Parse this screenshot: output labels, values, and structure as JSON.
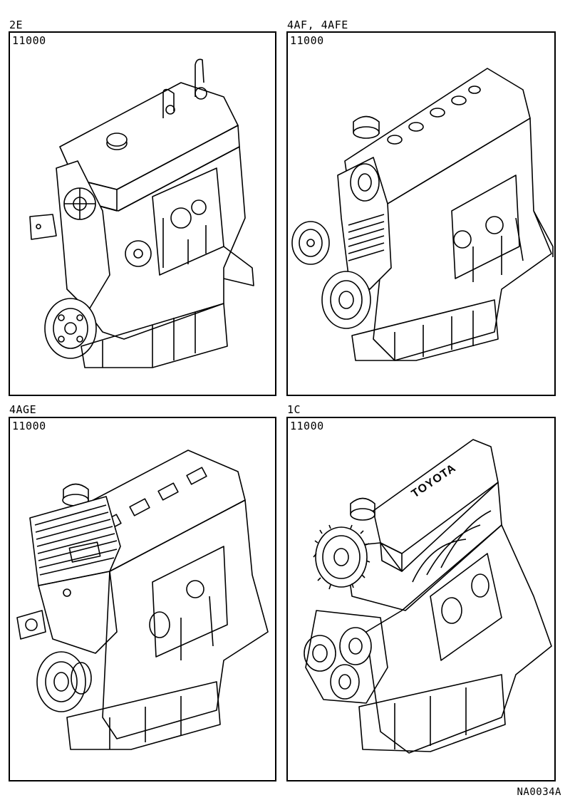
{
  "panels": [
    {
      "engine": "2E",
      "part_number": "11000"
    },
    {
      "engine": "4AF, 4AFE",
      "part_number": "11000"
    },
    {
      "engine": "4AGE",
      "part_number": "11000"
    },
    {
      "engine": "1C",
      "part_number": "11000"
    }
  ],
  "cover_lettering": "TOYOTA",
  "figure_id": "NA0034A"
}
